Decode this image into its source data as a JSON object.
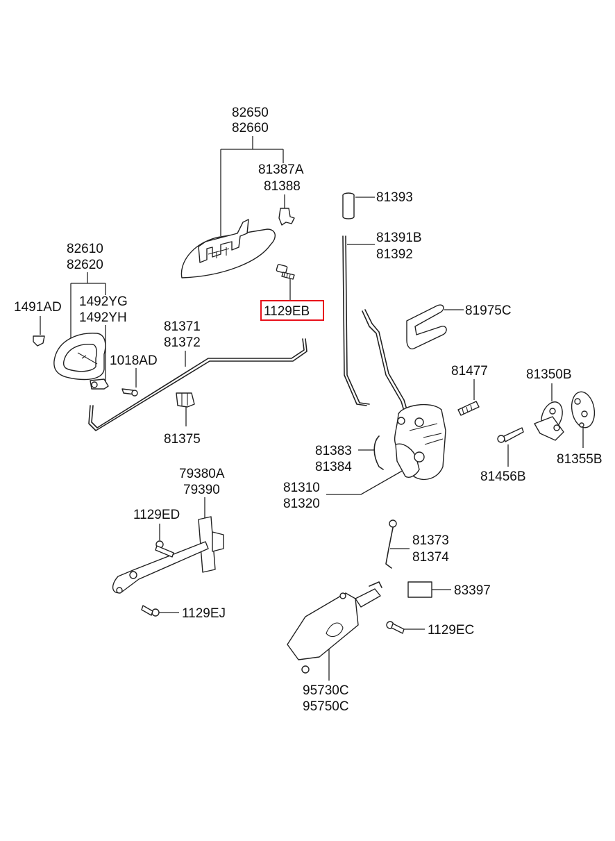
{
  "theme": {
    "highlight_color": "#e8101a",
    "line_color": "#222222",
    "background": "#ffffff"
  },
  "callouts": {
    "c82650": "82650",
    "c82660": "82660",
    "c81387a": "81387A",
    "c81388": "81388",
    "c81393": "81393",
    "c81391b": "81391B",
    "c81392": "81392",
    "c82610": "82610",
    "c82620": "82620",
    "c1491ad": "1491AD",
    "c1492yg": "1492YG",
    "c1492yh": "1492YH",
    "c1129eb": "1129EB",
    "c81975c": "81975C",
    "c81371": "81371",
    "c81372": "81372",
    "c1018ad": "1018AD",
    "c81477": "81477",
    "c81350b": "81350B",
    "c81375": "81375",
    "c81383": "81383",
    "c81384": "81384",
    "c81355b": "81355B",
    "c81456b": "81456B",
    "c81310": "81310",
    "c81320": "81320",
    "c79380a": "79380A",
    "c79390": "79390",
    "c1129ed": "1129ED",
    "c81373": "81373",
    "c81374": "81374",
    "c83397": "83397",
    "c1129ec": "1129EC",
    "c1129ej": "1129EJ",
    "c95730c": "95730C",
    "c95750c": "95750C"
  },
  "highlighted_part": "1129EB"
}
